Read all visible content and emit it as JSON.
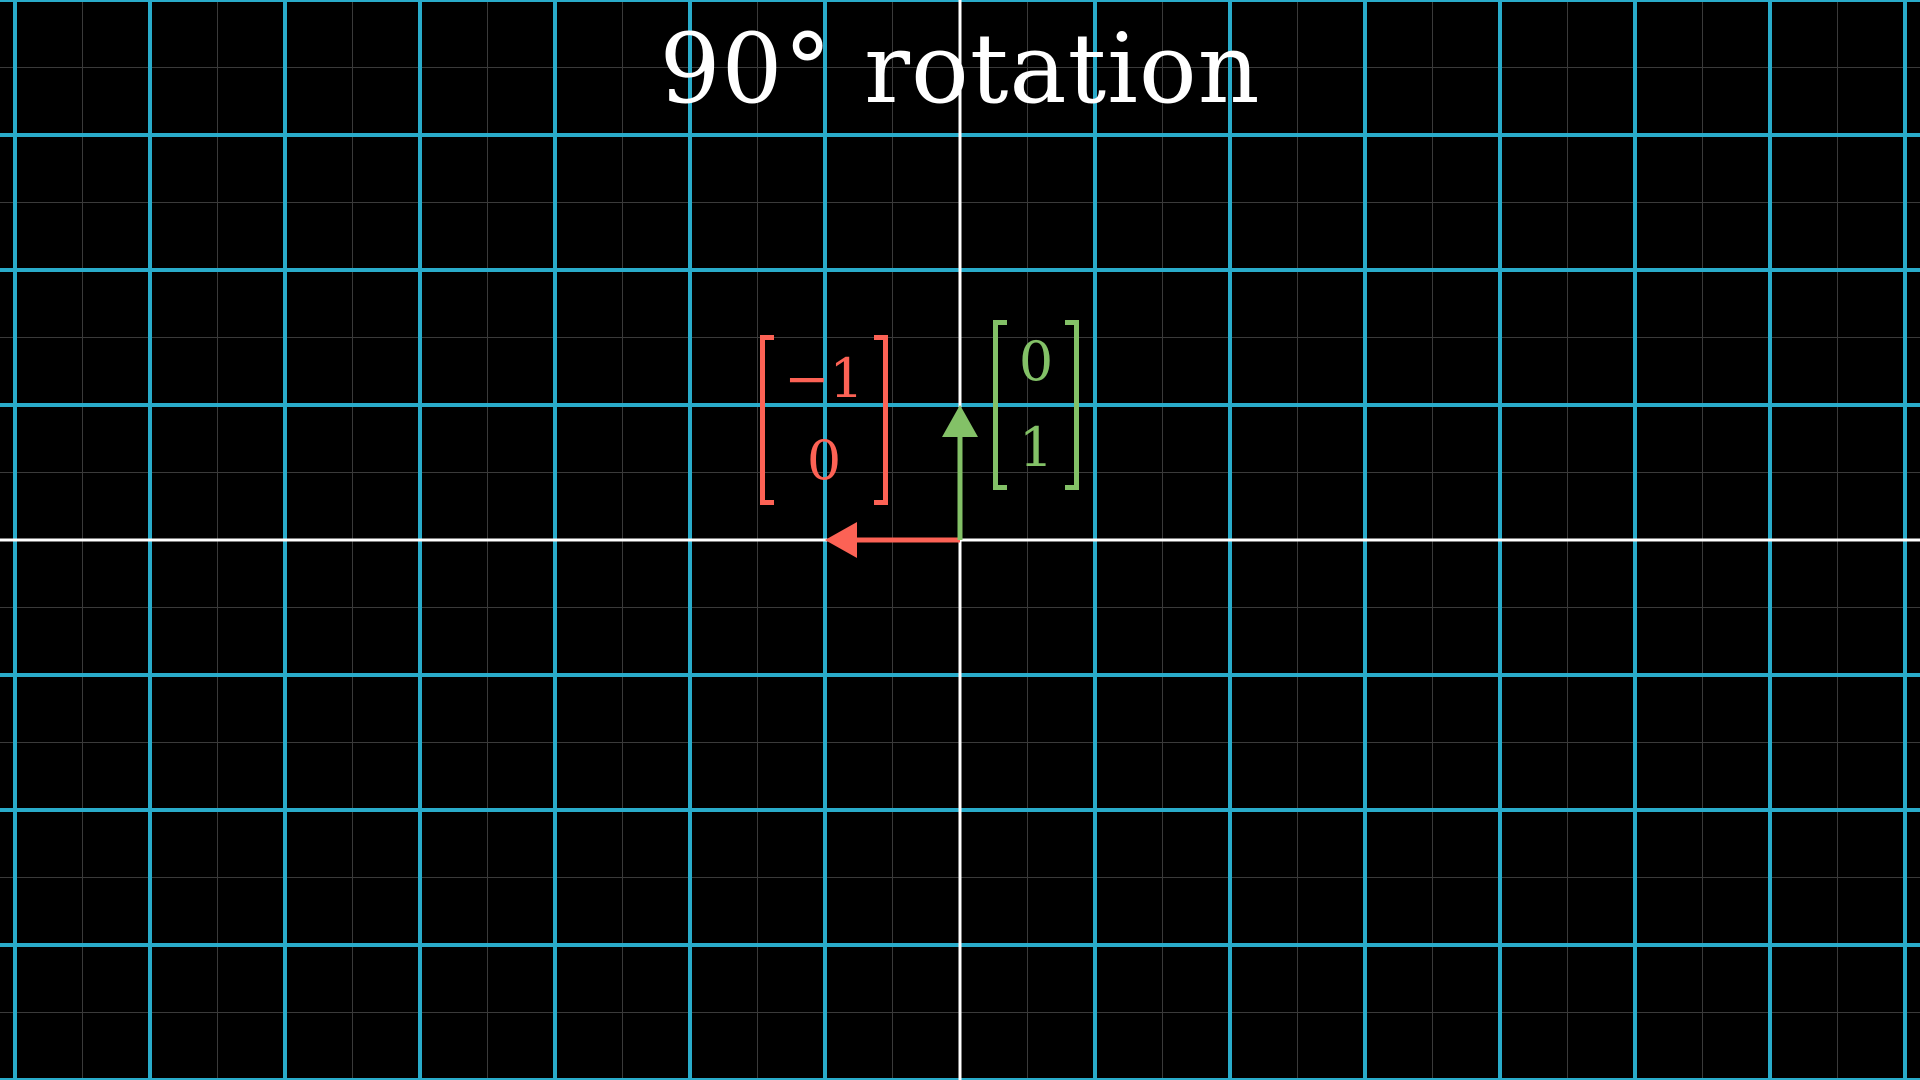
{
  "title": "90° rotation",
  "colors": {
    "background": "#000000",
    "grid_major": "#29abca",
    "grid_minor": "#3a3a3a",
    "axis": "#ffffff",
    "i_hat": "#fc6255",
    "j_hat": "#83c167"
  },
  "vectors": {
    "i_hat": {
      "x": -1,
      "y": 0,
      "entries": [
        "−1",
        "0"
      ]
    },
    "j_hat": {
      "x": 0,
      "y": 1,
      "entries": [
        "0",
        "1"
      ]
    }
  }
}
